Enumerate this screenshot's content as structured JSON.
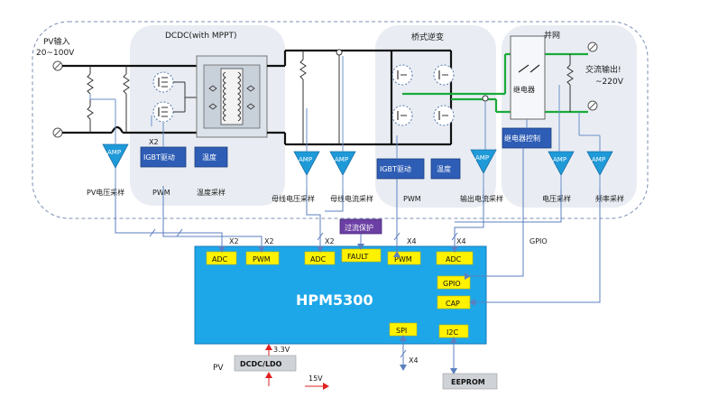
{
  "sections": {
    "dcdc": "DCDC(with MPPT)",
    "inverter": "桥式逆变",
    "grid": "并网"
  },
  "labels": {
    "pv_input_line1": "PV输入",
    "pv_input_line2": "20~100V",
    "ac_output_line1": "交流输出!",
    "ac_output_line2": "~220V",
    "relay": "继电器",
    "relay_control": "继电器控制",
    "pv_voltage_sample": "PV电压采样",
    "pwm_left": "PWM",
    "temp_sample": "温度采样",
    "bus_voltage_sample": "母线电压采样",
    "bus_current_sample": "母线电流采样",
    "pwm_mid": "PWM",
    "output_current_sample": "输出电流采样",
    "voltage_sample": "电压采样",
    "freq_sample": "频率采样",
    "overcurrent": "过流保护",
    "gpio_line": "GPIO",
    "pv_bottom": "PV",
    "v33": "3.3V",
    "v15": "15V",
    "x2_driver": "X2"
  },
  "blocks": {
    "amp": "AMP",
    "igbt_left": "IGBT驱动",
    "temp_left": "温度",
    "igbt_mid": "IGBT驱动",
    "temp_mid": "温度"
  },
  "mcu": {
    "name": "HPM5300",
    "pins": {
      "adc1": "ADC",
      "pwm1": "PWM",
      "adc2": "ADC",
      "fault": "FAULT",
      "pwm2": "PWM",
      "adc3": "ADC",
      "gpio": "GPIO",
      "cap": "CAP",
      "spi": "SPI",
      "i2c": "I2C"
    }
  },
  "bus_counts": {
    "x2_a": "X2",
    "x2_b": "X2",
    "x2_c": "X2",
    "x4_a": "X4",
    "x4_b": "X4",
    "x4_spi": "X4"
  },
  "ext": {
    "dcdc_ldo": "DCDC/LDO",
    "eeprom": "EEPROM"
  },
  "colors": {
    "mcu_fill": "#1ea7e8",
    "pin_fill": "#fff200",
    "block_fill": "#2e5db5",
    "amp_fill": "#1f9ad8",
    "overcurrent_fill": "#6b3fa3",
    "grid_wire": "#1aaa3a",
    "signal": "#6a8fc8",
    "power_red": "#e02020"
  }
}
